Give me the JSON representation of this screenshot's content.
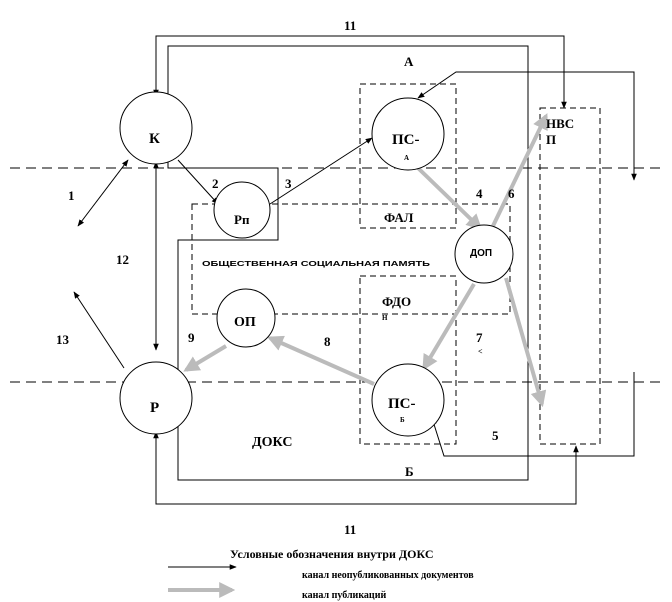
{
  "nodes": {
    "k": "К",
    "rp": "Рп",
    "ps_a": "ПС-",
    "ps_a_sub": "А",
    "dop": "ДОП",
    "op": "ОП",
    "r": "Р",
    "ps_b": "ПС-",
    "ps_b_sub": "Б",
    "nvsp_line1": "НВС",
    "nvsp_line2": "П"
  },
  "labels": {
    "a": "А",
    "b": "Б",
    "fal": "ФАЛ",
    "fdo": "ФДО",
    "fdo_sub": "Н",
    "social_memory": "ОБЩЕСТВЕННАЯ СОЦИАЛЬНАЯ ПАМЯТЬ",
    "doks": "ДОКС"
  },
  "numbers": {
    "n1": "1",
    "n2": "2",
    "n3": "3",
    "n4": "4",
    "n5": "5",
    "n6": "6",
    "n7": "7",
    "n7_sub": "<",
    "n8": "8",
    "n9": "9",
    "n11_top": "11",
    "n11_bottom": "11",
    "n12": "12",
    "n13": "13"
  },
  "legend": {
    "title": "Условные обозначения внутри ДОКС",
    "unpublished": "канал неопубликованных документов",
    "publications": "канал публикаций"
  }
}
